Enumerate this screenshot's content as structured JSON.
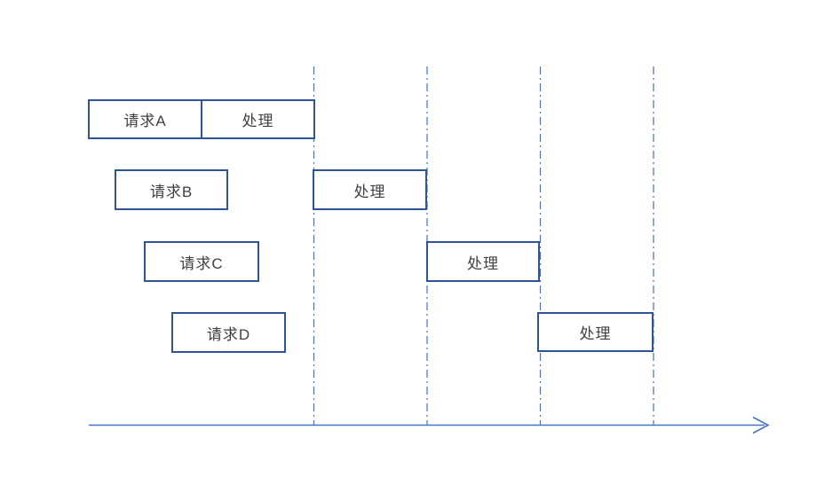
{
  "diagram": {
    "type": "timeline-sequence",
    "rows": [
      {
        "request": "请求A",
        "process": "处理"
      },
      {
        "request": "请求B",
        "process": "处理"
      },
      {
        "request": "请求C",
        "process": "处理"
      },
      {
        "request": "请求D",
        "process": "处理"
      }
    ],
    "guide_lines": {
      "count": 4,
      "style": "dash-dot"
    },
    "axis": {
      "orientation": "horizontal",
      "direction": "right"
    },
    "colors": {
      "box_border": "#2F5496",
      "guide_line": "#4472C4",
      "axis_line": "#4472C4",
      "text": "#3F3F3F",
      "background": "#FFFFFF"
    }
  }
}
